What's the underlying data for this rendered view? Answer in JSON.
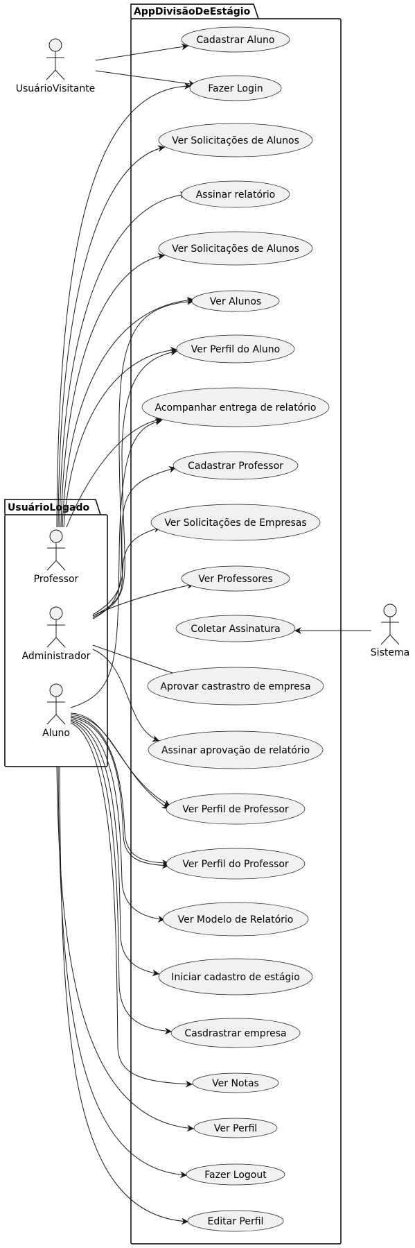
{
  "packages": {
    "app": "AppDivisãoDeEstágio",
    "logged": "UsuárioLogado"
  },
  "actors": {
    "visitante": "UsuárioVisitante",
    "professor": "Professor",
    "administrador": "Administrador",
    "aluno": "Aluno",
    "sistema": "Sistema"
  },
  "use_cases": [
    "Cadastrar Aluno",
    "Fazer Login",
    "Ver Solicitações de Alunos",
    "Assinar relatório",
    "Ver Solicitações de Alunos",
    "Ver Alunos",
    "Ver Perfil do Aluno",
    "Acompanhar entrega de relatório",
    "Cadastrar Professor",
    "Ver Solicitações de Empresas",
    "Ver Professores",
    "Coletar Assinatura",
    "Aprovar castrastro de empresa",
    "Assinar aprovação de relatório",
    "Ver Perfil de Professor",
    "Ver Perfil do Professor",
    "Ver Modelo de Relatório",
    "Iniciar cadastro de estágio",
    "Casdrastrar empresa",
    "Ver Notas",
    "Ver Perfil",
    "Fazer Logout",
    "Editar Perfil"
  ]
}
